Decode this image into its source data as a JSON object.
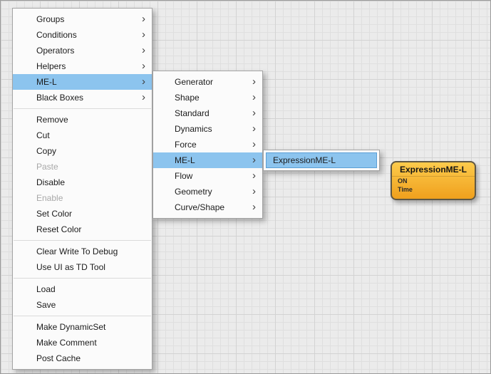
{
  "icons": {
    "submenu_arrow": "›"
  },
  "colors": {
    "highlight": "#8cc4ee",
    "highlight_border": "#5a9fd6",
    "menu_bg": "#fbfbfb",
    "menu_border": "#a3a3a3",
    "canvas_bg": "#ebebeb",
    "grid_line": "#dfdfdf",
    "node_top": "#fccb4c",
    "node_bottom": "#f0a01d",
    "node_border": "#5f5744"
  },
  "menu_main": {
    "items": [
      {
        "label": "Groups"
      },
      {
        "label": "Conditions"
      },
      {
        "label": "Operators"
      },
      {
        "label": "Helpers"
      },
      {
        "label": "ME-L"
      },
      {
        "label": "Black Boxes"
      },
      {
        "label": "Remove"
      },
      {
        "label": "Cut"
      },
      {
        "label": "Copy"
      },
      {
        "label": "Paste"
      },
      {
        "label": "Disable"
      },
      {
        "label": "Enable"
      },
      {
        "label": "Set Color"
      },
      {
        "label": "Reset Color"
      },
      {
        "label": "Clear Write To Debug"
      },
      {
        "label": "Use UI as TD Tool"
      },
      {
        "label": "Load"
      },
      {
        "label": "Save"
      },
      {
        "label": "Make DynamicSet"
      },
      {
        "label": "Make Comment"
      },
      {
        "label": "Post Cache"
      }
    ]
  },
  "menu_sub": {
    "items": [
      {
        "label": "Generator"
      },
      {
        "label": "Shape"
      },
      {
        "label": "Standard"
      },
      {
        "label": "Dynamics"
      },
      {
        "label": "Force"
      },
      {
        "label": "ME-L"
      },
      {
        "label": "Flow"
      },
      {
        "label": "Geometry"
      },
      {
        "label": "Curve/Shape"
      }
    ]
  },
  "menu_leaf": {
    "items": [
      {
        "label": "ExpressionME-L"
      }
    ]
  },
  "node": {
    "title": "ExpressionME-L",
    "params": [
      "ON",
      "Time"
    ]
  }
}
